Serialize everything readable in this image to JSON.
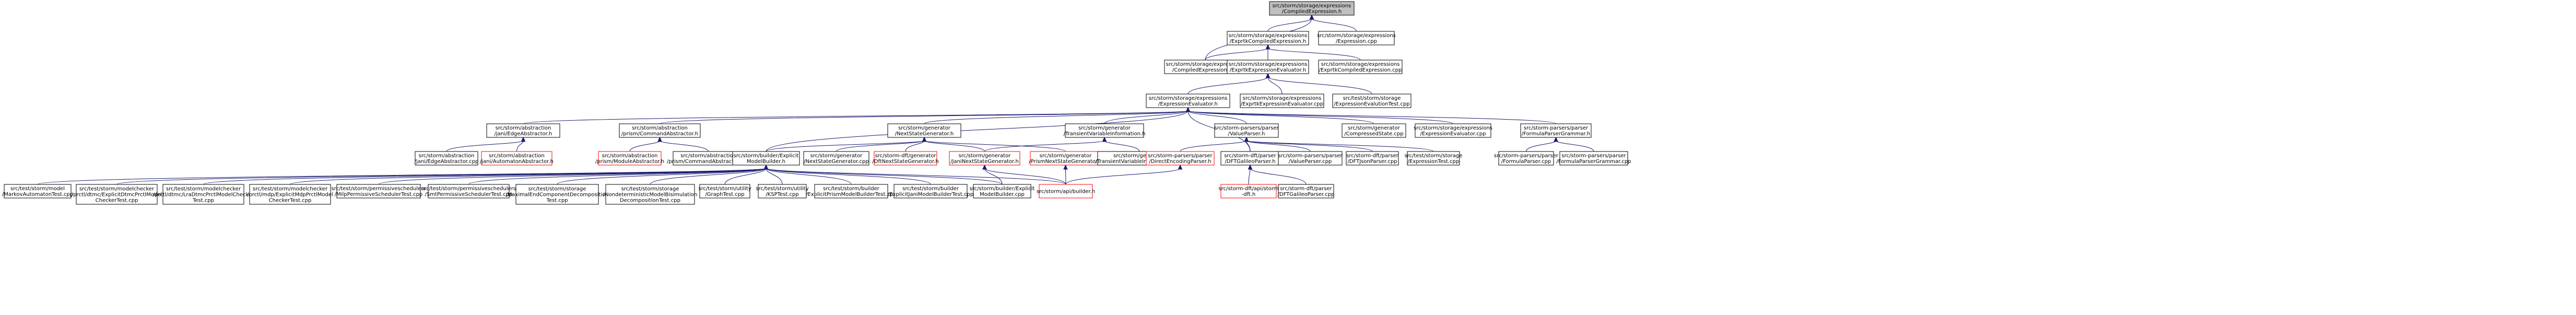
{
  "graph": {
    "edge_color": "#191970",
    "highlight_fill": "#bfbfbf",
    "missing_border": "#ff0000",
    "nodes": [
      {
        "id": "n0",
        "lines": [
          "src/storm/storage/expressions",
          "/CompiledExpression.h"
        ],
        "style": "highlight"
      },
      {
        "id": "n1",
        "lines": [
          "src/storm/storage/expressions",
          "/ExprtkCompiledExpression.h"
        ],
        "style": "normal"
      },
      {
        "id": "n2",
        "lines": [
          "src/storm/storage/expressions",
          "/Expression.cpp"
        ],
        "style": "normal"
      },
      {
        "id": "n3",
        "lines": [
          "src/storm/storage/expressions",
          "/CompiledExpression.cpp"
        ],
        "style": "normal"
      },
      {
        "id": "n4",
        "lines": [
          "src/storm/storage/expressions",
          "/ExprtkExpressionEvaluator.h"
        ],
        "style": "normal"
      },
      {
        "id": "n5",
        "lines": [
          "src/storm/storage/expressions",
          "/ExprtkCompiledExpression.cpp"
        ],
        "style": "normal"
      },
      {
        "id": "n6",
        "lines": [
          "src/storm/storage/expressions",
          "/ExpressionEvaluator.h"
        ],
        "style": "normal"
      },
      {
        "id": "n7",
        "lines": [
          "src/storm/storage/expressions",
          "/ExprtkExpressionEvaluator.cpp"
        ],
        "style": "normal"
      },
      {
        "id": "n8",
        "lines": [
          "src/test/storm/storage",
          "/ExpressionEvalutionTest.cpp"
        ],
        "style": "normal"
      },
      {
        "id": "n9",
        "lines": [
          "src/storm/abstraction",
          "/jani/EdgeAbstractor.h"
        ],
        "style": "normal"
      },
      {
        "id": "n10",
        "lines": [
          "src/storm/abstraction",
          "/prism/CommandAbstractor.h"
        ],
        "style": "normal"
      },
      {
        "id": "n11",
        "lines": [
          "src/storm/generator",
          "/NextStateGenerator.h"
        ],
        "style": "normal"
      },
      {
        "id": "n12",
        "lines": [
          "src/storm/generator",
          "/TransientVariableInformation.h"
        ],
        "style": "normal"
      },
      {
        "id": "n13",
        "lines": [
          "src/storm-parsers/parser",
          "/ValueParser.h"
        ],
        "style": "normal"
      },
      {
        "id": "n14",
        "lines": [
          "src/storm/generator",
          "/CompressedState.cpp"
        ],
        "style": "normal"
      },
      {
        "id": "n15",
        "lines": [
          "src/storm/storage/expressions",
          "/ExpressionEvaluator.cpp"
        ],
        "style": "normal"
      },
      {
        "id": "n16",
        "lines": [
          "src/storm-parsers/parser",
          "/FormulaParserGrammar.h"
        ],
        "style": "normal"
      },
      {
        "id": "n17",
        "lines": [
          "src/storm/abstraction",
          "/jani/EdgeAbstractor.cpp"
        ],
        "style": "normal"
      },
      {
        "id": "n18",
        "lines": [
          "src/storm/abstraction",
          "/jani/AutomatonAbstractor.h"
        ],
        "style": "missing"
      },
      {
        "id": "n19",
        "lines": [
          "src/storm/abstraction",
          "/prism/ModuleAbstractor.h"
        ],
        "style": "missing"
      },
      {
        "id": "n20",
        "lines": [
          "src/storm/abstraction",
          "/prism/CommandAbstractor.cpp"
        ],
        "style": "normal"
      },
      {
        "id": "n21",
        "lines": [
          "src/storm/builder/Explicit",
          "ModelBuilder.h"
        ],
        "style": "normal"
      },
      {
        "id": "n22",
        "lines": [
          "src/storm/generator",
          "/NextStateGenerator.cpp"
        ],
        "style": "normal"
      },
      {
        "id": "n23",
        "lines": [
          "src/storm-dft/generator",
          "/DftNextStateGenerator.h"
        ],
        "style": "missing"
      },
      {
        "id": "n24",
        "lines": [
          "src/storm/generator",
          "/JaniNextStateGenerator.h"
        ],
        "style": "missing"
      },
      {
        "id": "n25",
        "lines": [
          "src/storm/generator",
          "/PrismNextStateGenerator.h"
        ],
        "style": "missing"
      },
      {
        "id": "n26",
        "lines": [
          "src/storm/generator",
          "/TransientVariableInformation.cpp"
        ],
        "style": "normal"
      },
      {
        "id": "n27",
        "lines": [
          "src/storm-parsers/parser",
          "/DirectEncodingParser.h"
        ],
        "style": "missing"
      },
      {
        "id": "n28",
        "lines": [
          "src/storm-dft/parser",
          "/DFTGalileoParser.h"
        ],
        "style": "normal"
      },
      {
        "id": "n29",
        "lines": [
          "src/storm-parsers/parser",
          "/ValueParser.cpp"
        ],
        "style": "normal"
      },
      {
        "id": "n30",
        "lines": [
          "src/storm-dft/parser",
          "/DFTJsonParser.cpp"
        ],
        "style": "normal"
      },
      {
        "id": "n31",
        "lines": [
          "src/test/storm/storage",
          "/ExpressionTest.cpp"
        ],
        "style": "normal"
      },
      {
        "id": "n32",
        "lines": [
          "src/storm-parsers/parser",
          "/FormulaParser.cpp"
        ],
        "style": "normal"
      },
      {
        "id": "n33",
        "lines": [
          "src/storm-parsers/parser",
          "/FormulaParserGrammar.cpp"
        ],
        "style": "normal"
      },
      {
        "id": "n34",
        "lines": [
          "src/test/storm/model",
          "/MarkovAutomatonTest.cpp"
        ],
        "style": "normal"
      },
      {
        "id": "n35",
        "lines": [
          "src/test/storm/modelchecker",
          "/prctl/dtmc/ExplicitDtmcPrctlModel",
          "CheckerTest.cpp"
        ],
        "style": "normal"
      },
      {
        "id": "n36",
        "lines": [
          "src/test/storm/modelchecker",
          "/prctl/dtmc/LraDtmcPrctlModelChecker",
          "Test.cpp"
        ],
        "style": "normal"
      },
      {
        "id": "n37",
        "lines": [
          "src/test/storm/modelchecker",
          "/prctl/mdp/ExplicitMdpPrctlModel",
          "CheckerTest.cpp"
        ],
        "style": "normal"
      },
      {
        "id": "n38",
        "lines": [
          "src/test/storm/permissiveschedulers",
          "/MilpPermissiveSchedulerTest.cpp"
        ],
        "style": "normal"
      },
      {
        "id": "n39",
        "lines": [
          "src/test/storm/permissiveschedulers",
          "/SmtPermissiveSchedulerTest.cpp"
        ],
        "style": "normal"
      },
      {
        "id": "n40",
        "lines": [
          "src/test/storm/storage",
          "/MaximalEndComponentDecomposition",
          "Test.cpp"
        ],
        "style": "normal"
      },
      {
        "id": "n41",
        "lines": [
          "src/test/storm/storage",
          "/NondeterministicModelBisimulation",
          "DecompositionTest.cpp"
        ],
        "style": "normal"
      },
      {
        "id": "n42",
        "lines": [
          "src/test/storm/utility",
          "/GraphTest.cpp"
        ],
        "style": "normal"
      },
      {
        "id": "n43",
        "lines": [
          "src/test/storm/utility",
          "/KSPTest.cpp"
        ],
        "style": "normal"
      },
      {
        "id": "n44",
        "lines": [
          "src/test/storm/builder",
          "/ExplicitPrismModelBuilderTest.cpp"
        ],
        "style": "normal"
      },
      {
        "id": "n45",
        "lines": [
          "src/test/storm/builder",
          "/ExplicitJaniModelBuilderTest.cpp"
        ],
        "style": "normal"
      },
      {
        "id": "n46",
        "lines": [
          "src/storm/builder/Explicit",
          "ModelBuilder.cpp"
        ],
        "style": "normal"
      },
      {
        "id": "n47",
        "lines": [
          "src/storm/api/builder.h"
        ],
        "style": "missing"
      },
      {
        "id": "n48",
        "lines": [
          "src/storm-dft/api/storm",
          "-dft.h"
        ],
        "style": "missing"
      },
      {
        "id": "n49",
        "lines": [
          "src/storm-dft/parser",
          "/DFTGalileoParser.cpp"
        ],
        "style": "normal"
      }
    ],
    "edges": [
      [
        "n0",
        "n1"
      ],
      [
        "n0",
        "n3"
      ],
      [
        "n0",
        "n2"
      ],
      [
        "n1",
        "n3"
      ],
      [
        "n1",
        "n4"
      ],
      [
        "n1",
        "n5"
      ],
      [
        "n4",
        "n6"
      ],
      [
        "n4",
        "n7"
      ],
      [
        "n4",
        "n8"
      ],
      [
        "n6",
        "n9"
      ],
      [
        "n6",
        "n10"
      ],
      [
        "n6",
        "n11"
      ],
      [
        "n6",
        "n12"
      ],
      [
        "n6",
        "n13"
      ],
      [
        "n6",
        "n14"
      ],
      [
        "n6",
        "n15"
      ],
      [
        "n6",
        "n16"
      ],
      [
        "n6",
        "n21"
      ],
      [
        "n6",
        "n28"
      ],
      [
        "n9",
        "n17"
      ],
      [
        "n9",
        "n18"
      ],
      [
        "n10",
        "n19"
      ],
      [
        "n10",
        "n20"
      ],
      [
        "n11",
        "n21"
      ],
      [
        "n11",
        "n22"
      ],
      [
        "n11",
        "n23"
      ],
      [
        "n11",
        "n24"
      ],
      [
        "n11",
        "n25"
      ],
      [
        "n12",
        "n26"
      ],
      [
        "n12",
        "n24"
      ],
      [
        "n13",
        "n27"
      ],
      [
        "n13",
        "n28"
      ],
      [
        "n13",
        "n29"
      ],
      [
        "n13",
        "n30"
      ],
      [
        "n13",
        "n31"
      ],
      [
        "n16",
        "n32"
      ],
      [
        "n16",
        "n33"
      ],
      [
        "n21",
        "n34"
      ],
      [
        "n21",
        "n35"
      ],
      [
        "n21",
        "n36"
      ],
      [
        "n21",
        "n37"
      ],
      [
        "n21",
        "n38"
      ],
      [
        "n21",
        "n39"
      ],
      [
        "n21",
        "n40"
      ],
      [
        "n21",
        "n41"
      ],
      [
        "n21",
        "n42"
      ],
      [
        "n21",
        "n43"
      ],
      [
        "n21",
        "n44"
      ],
      [
        "n21",
        "n45"
      ],
      [
        "n21",
        "n46"
      ],
      [
        "n21",
        "n47"
      ],
      [
        "n24",
        "n46"
      ],
      [
        "n24",
        "n47"
      ],
      [
        "n25",
        "n47"
      ],
      [
        "n27",
        "n47"
      ],
      [
        "n28",
        "n48"
      ],
      [
        "n28",
        "n49"
      ]
    ]
  }
}
